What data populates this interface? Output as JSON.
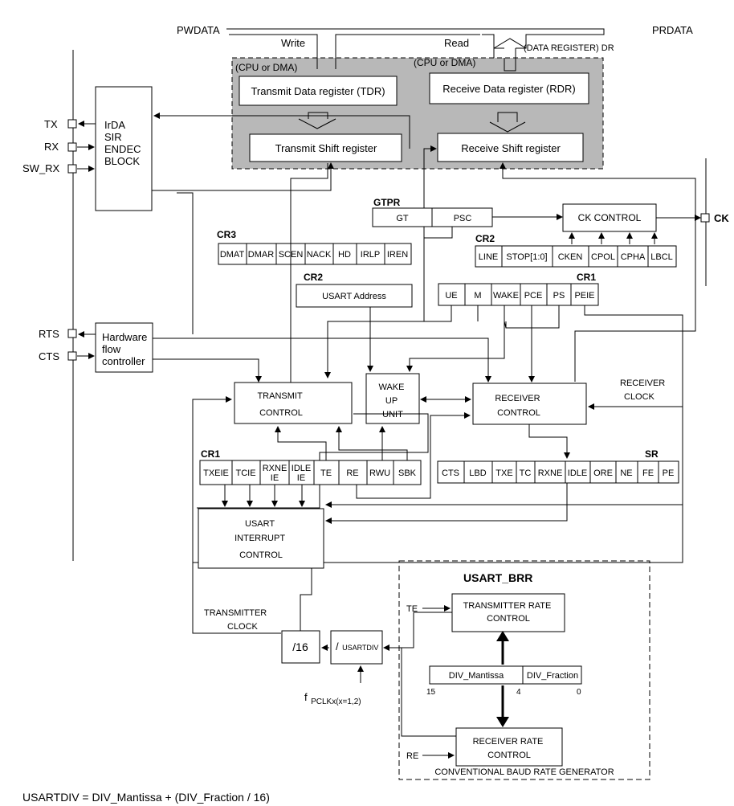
{
  "bus": {
    "pwdata": "PWDATA",
    "prdata": "PRDATA",
    "write": "Write",
    "read": "Read",
    "cpu_dma_tx": "(CPU or DMA)",
    "cpu_dma_rx": "(CPU or DMA)",
    "data_register": "(DATA REGISTER) DR"
  },
  "registers": {
    "tdr": "Transmit Data register (TDR)",
    "rdr": "Receive Data register (RDR)",
    "tsr": "Transmit Shift register",
    "rsr": "Receive Shift register"
  },
  "pins": {
    "tx": "TX",
    "rx": "RX",
    "sw_rx": "SW_RX",
    "rts": "RTS",
    "cts": "CTS",
    "ck": "CK"
  },
  "irda": [
    "IrDA",
    "SIR",
    "ENDEC",
    "BLOCK"
  ],
  "hwflow": [
    "Hardware",
    "flow",
    "controller"
  ],
  "gtpr": {
    "title": "GTPR",
    "cells": [
      "GT",
      "PSC"
    ]
  },
  "ck_control": "CK CONTROL",
  "cr3": {
    "title": "CR3",
    "cells": [
      "DMAT",
      "DMAR",
      "SCEN",
      "NACK",
      "HD",
      "IRLP",
      "IREN"
    ]
  },
  "cr2_top": {
    "title": "CR2",
    "cells": [
      "LINE",
      "STOP[1:0]",
      "CKEN",
      "CPOL",
      "CPHA",
      "LBCL"
    ]
  },
  "cr2_addr": {
    "title": "CR2",
    "label": "USART Address"
  },
  "cr1_top": {
    "title": "CR1",
    "cells": [
      "UE",
      "M",
      "WAKE",
      "PCE",
      "PS",
      "PEIE"
    ]
  },
  "transmit_control": [
    "TRANSMIT",
    "CONTROL"
  ],
  "wakeup": [
    "WAKE",
    "UP",
    "UNIT"
  ],
  "receiver_control": [
    "RECEIVER",
    "CONTROL"
  ],
  "receiver_clock": [
    "RECEIVER",
    "CLOCK"
  ],
  "cr1_bottom": {
    "title": "CR1",
    "cells": [
      [
        "TXEIE"
      ],
      [
        "TCIE"
      ],
      [
        "RXNE",
        "IE"
      ],
      [
        "IDLE",
        "IE"
      ],
      [
        "TE"
      ],
      [
        "RE"
      ],
      [
        "RWU"
      ],
      [
        "SBK"
      ]
    ]
  },
  "sr": {
    "title": "SR",
    "cells": [
      "CTS",
      "LBD",
      "TXE",
      "TC",
      "RXNE",
      "IDLE",
      "ORE",
      "NE",
      "FE",
      "PE"
    ]
  },
  "interrupt": [
    "USART",
    "INTERRUPT",
    "CONTROL"
  ],
  "brr": {
    "title": "USART_BRR",
    "tx_rate": [
      "TRANSMITTER RATE",
      "CONTROL"
    ],
    "rx_rate": [
      "RECEIVER RATE",
      "CONTROL"
    ],
    "div_mantissa": "DIV_Mantissa",
    "div_fraction": "DIV_Fraction",
    "bit15": "15",
    "bit4": "4",
    "bit0": "0",
    "te": "TE",
    "re": "RE",
    "footer": "CONVENTIONAL BAUD RATE GENERATOR"
  },
  "transmitter_clock": [
    "TRANSMITTER",
    "CLOCK"
  ],
  "div16": "/16",
  "usartdiv": {
    "slash": "/",
    "label": "USARTDIV"
  },
  "fpclk": {
    "f": "f",
    "sub": "PCLKx(x=1,2)"
  },
  "formula": "USARTDIV = DIV_Mantissa + (DIV_Fraction / 16)"
}
